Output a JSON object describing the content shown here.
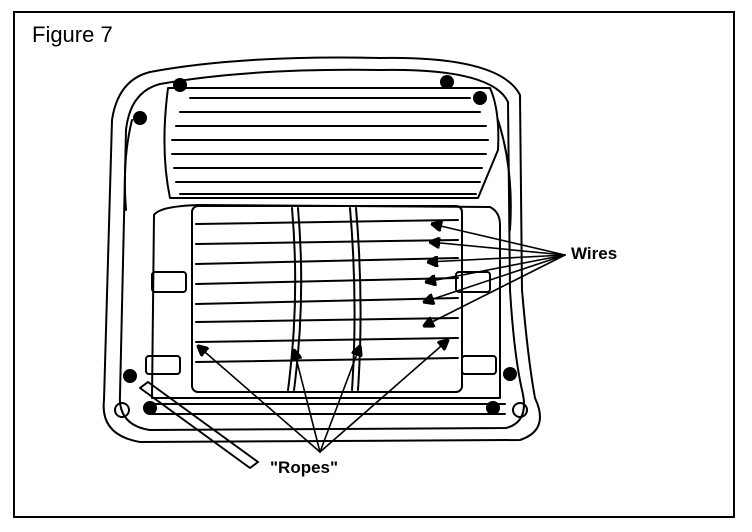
{
  "figure": {
    "title": "Figure 7",
    "labels": {
      "wires": "Wires",
      "ropes": "\"Ropes\""
    }
  },
  "colors": {
    "ink": "#000000",
    "paper": "#ffffff"
  }
}
